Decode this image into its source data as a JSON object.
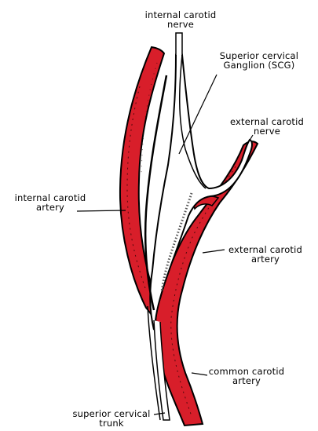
{
  "labels": {
    "internal_carotid_nerve": {
      "line1": "internal carotid",
      "line2": "nerve"
    },
    "scg": {
      "line1": "Superior cervical",
      "line2": "Ganglion (SCG)"
    },
    "external_carotid_nerve": {
      "line1": "external carotid",
      "line2": "nerve"
    },
    "internal_carotid_artery": {
      "line1": "internal carotid",
      "line2": "artery"
    },
    "external_carotid_artery": {
      "line1": "external carotid",
      "line2": "artery"
    },
    "common_carotid_artery": {
      "line1": "common carotid",
      "line2": "artery"
    },
    "superior_cervical_trunk": {
      "line1": "superior cervical",
      "line2": "trunk"
    }
  },
  "colors": {
    "artery": "#d81e2a",
    "outline": "#000000",
    "nerve_fill": "#ffffff"
  }
}
